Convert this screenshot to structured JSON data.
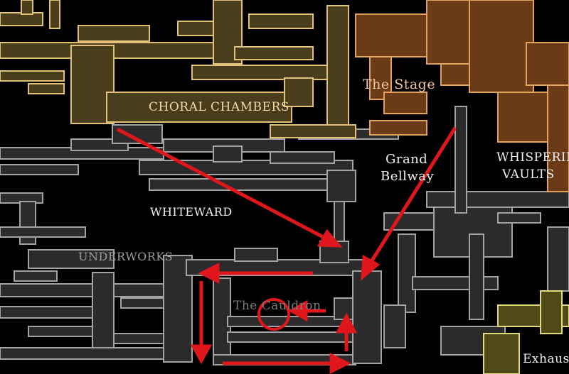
{
  "map": {
    "regions": {
      "choral_chambers": "CHORAL CHAMBERS",
      "the_stage": "The Stage",
      "grand_bellway_line1": "Grand",
      "grand_bellway_line2": "Bellway",
      "whispering_vaults_line1": "WHISPERING",
      "whispering_vaults_line2": "VAULTS",
      "whiteward": "WHITEWARD",
      "underworks": "UNDERWORKS",
      "the_cauldron": "The Cauldron",
      "exhaust": "Exhaus"
    },
    "colors": {
      "background": "#000000",
      "choral_fill": "#4a3d1c",
      "choral_outline": "#e2c27a",
      "stage_fill": "#6b3a16",
      "stage_outline": "#e0a25c",
      "grey_fill": "#2b2b2b",
      "grey_outline": "#a3a3a3",
      "annotation_red": "#e0161d",
      "exhaust_fill": "#4f4a18",
      "exhaust_outline": "#e4dc7a"
    },
    "annotations": {
      "arrows": 7,
      "circle_marker": "target-location"
    }
  }
}
